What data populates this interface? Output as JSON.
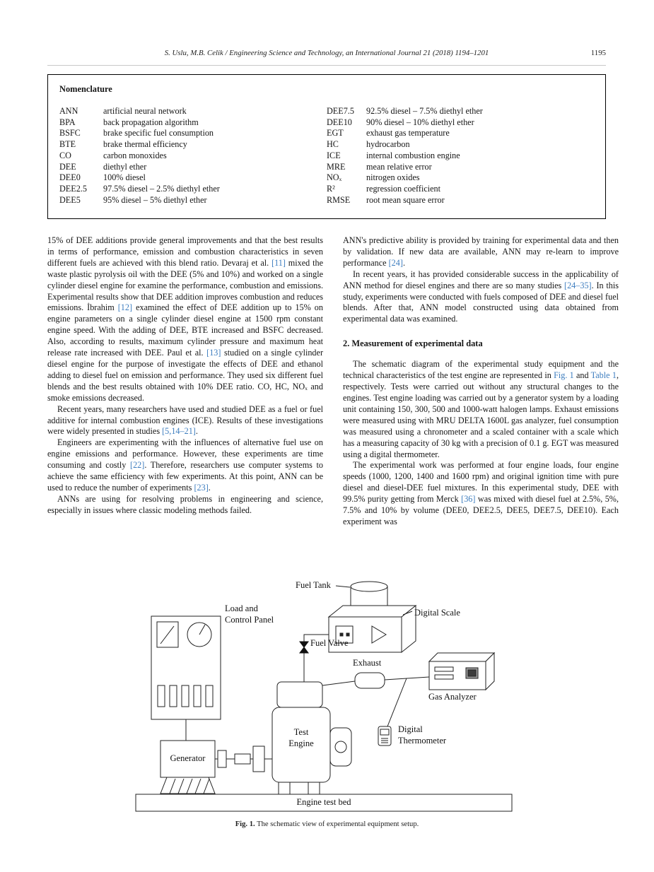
{
  "page": {
    "number": "1195"
  },
  "header": {
    "citation": "S. Uslu, M.B. Celik / Engineering Science and Technology, an International Journal 21 (2018) 1194–1201"
  },
  "colors": {
    "cite": "#3d7dbf"
  },
  "nomenclature": {
    "title": "Nomenclature",
    "left": [
      {
        "term": "ANN",
        "def": "artificial neural network"
      },
      {
        "term": "BPA",
        "def": "back propagation algorithm"
      },
      {
        "term": "BSFC",
        "def": "brake specific fuel consumption"
      },
      {
        "term": "BTE",
        "def": "brake thermal efficiency"
      },
      {
        "term": "CO",
        "def": "carbon monoxides"
      },
      {
        "term": "DEE",
        "def": "diethyl ether"
      },
      {
        "term": "DEE0",
        "def": "100% diesel"
      },
      {
        "term": "DEE2.5",
        "def": "97.5% diesel – 2.5% diethyl ether"
      },
      {
        "term": "DEE5",
        "def": "95% diesel – 5% diethyl ether"
      }
    ],
    "right": [
      {
        "term": "DEE7.5",
        "def": "92.5% diesel – 7.5% diethyl ether"
      },
      {
        "term": "DEE10",
        "def": "90% diesel – 10% diethyl ether"
      },
      {
        "term": "EGT",
        "def": "exhaust gas temperature"
      },
      {
        "term": "HC",
        "def": "hydrocarbon"
      },
      {
        "term": "ICE",
        "def": "internal combustion engine"
      },
      {
        "term": "MRE",
        "def": "mean relative error"
      },
      {
        "term": "NOₓ",
        "def": "nitrogen oxides"
      },
      {
        "term": "R²",
        "def": "regression coefficient"
      },
      {
        "term": "RMSE",
        "def": "root mean square error"
      }
    ]
  },
  "body": {
    "left": [
      {
        "segments": [
          {
            "t": "15% of DEE additions provide general improvements and that the best results in terms of performance, emission and combustion characteristics in seven different fuels are achieved with this blend ratio. Devaraj et al. "
          },
          {
            "t": "[11]",
            "c": true
          },
          {
            "t": " mixed the waste plastic pyrolysis oil with the DEE (5% and 10%) and worked on a single cylinder diesel engine for examine the performance, combustion and emissions. Experimental results show that DEE addition improves combustion and reduces emissions. İbrahim "
          },
          {
            "t": "[12]",
            "c": true
          },
          {
            "t": " examined the effect of DEE addition up to 15% on engine parameters on a single cylinder diesel engine at 1500 rpm constant engine speed. With the adding of DEE, BTE increased and BSFC decreased. Also, according to results, maximum cylinder pressure and maximum heat release rate increased with DEE. Paul et al. "
          },
          {
            "t": "[13]",
            "c": true
          },
          {
            "t": " studied on a single cylinder diesel engine for the purpose of investigate the effects of DEE and ethanol adding to diesel fuel on emission and performance. They used six different fuel blends and the best results obtained with 10% DEE ratio. CO, HC, NOₓ and smoke emissions decreased."
          }
        ]
      },
      {
        "segments": [
          {
            "t": "Recent years, many researchers have used and studied DEE as a fuel or fuel additive for internal combustion engines (ICE). Results of these investigations were widely presented in studies "
          },
          {
            "t": "[5,14–21]",
            "c": true
          },
          {
            "t": "."
          }
        ]
      },
      {
        "segments": [
          {
            "t": "Engineers are experimenting with the influences of alternative fuel use on engine emissions and performance. However, these experiments are time consuming and costly "
          },
          {
            "t": "[22]",
            "c": true
          },
          {
            "t": ". Therefore, researchers use computer systems to achieve the same efficiency with few experiments. At this point, ANN can be used to reduce the number of experiments "
          },
          {
            "t": "[23]",
            "c": true
          },
          {
            "t": "."
          }
        ]
      },
      {
        "segments": [
          {
            "t": "ANNs are using for resolving problems in engineering and science, especially in issues where classic modeling methods failed."
          }
        ]
      }
    ],
    "right_top": [
      {
        "segments": [
          {
            "t": "ANN's predictive ability is provided by training for experimental data and then by validation. If new data are available, ANN may re-learn to improve performance "
          },
          {
            "t": "[24]",
            "c": true
          },
          {
            "t": "."
          }
        ]
      },
      {
        "segments": [
          {
            "t": "In recent years, it has provided considerable success in the applicability of ANN method for diesel engines and there are so many studies "
          },
          {
            "t": "[24–35]",
            "c": true
          },
          {
            "t": ". In this study, experiments were conducted with fuels composed of DEE and diesel fuel blends. After that, ANN model constructed using data obtained from experimental data was examined."
          }
        ]
      }
    ],
    "section_heading": "2. Measurement of experimental data",
    "right_bottom": [
      {
        "segments": [
          {
            "t": "The schematic diagram of the experimental study equipment and the technical characteristics of the test engine are represented in "
          },
          {
            "t": "Fig. 1",
            "c": true
          },
          {
            "t": " and "
          },
          {
            "t": "Table 1",
            "c": true
          },
          {
            "t": ", respectively. Tests were carried out without any structural changes to the engines. Test engine loading was carried out by a generator system by a loading unit containing 150, 300, 500 and 1000-watt halogen lamps. Exhaust emissions were measured using with MRU DELTA 1600L gas analyzer, fuel consumption was measured using a chronometer and a scaled container with a scale which has a measuring capacity of 30 kg with a precision of 0.1 g. EGT was measured using a digital thermometer."
          }
        ]
      },
      {
        "segments": [
          {
            "t": "The experimental work was performed at four engine loads, four engine speeds (1000, 1200, 1400 and 1600 rpm) and original ignition time with pure diesel and diesel-DEE fuel mixtures. In this experimental study, DEE with 99.5% purity getting from Merck "
          },
          {
            "t": "[36]",
            "c": true
          },
          {
            "t": " was mixed with diesel fuel at 2.5%, 5%, 7.5% and 10% by volume (DEE0, DEE2.5, DEE5, DEE7.5, DEE10). Each experiment was"
          }
        ]
      }
    ]
  },
  "figure": {
    "labels": {
      "fuel_tank": "Fuel Tank",
      "digital_scale": "Digital Scale",
      "load_panel_line1": "Load and",
      "load_panel_line2": "Control Panel",
      "fuel_valve": "Fuel Valve",
      "exhaust": "Exhaust",
      "gas_analyzer": "Gas Analyzer",
      "thermometer_line1": "Digital",
      "thermometer_line2": "Thermometer",
      "test_engine_line1": "Test",
      "test_engine_line2": "Engine",
      "generator": "Generator",
      "engine_test_bed": "Engine test bed"
    },
    "caption": {
      "label": "Fig. 1.",
      "text": " The schematic view of experimental equipment setup."
    }
  }
}
